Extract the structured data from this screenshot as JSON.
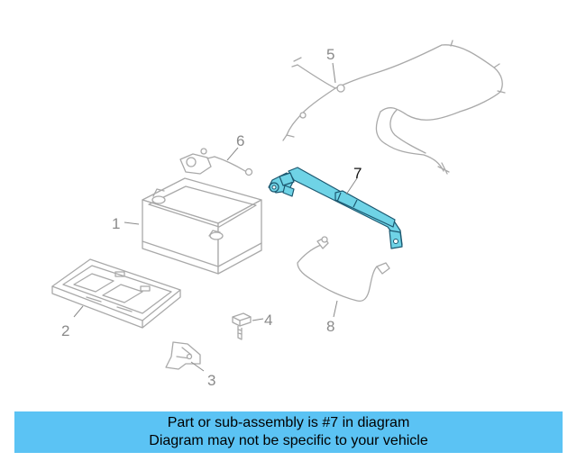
{
  "diagram": {
    "callouts": [
      {
        "id": "1",
        "text": "1"
      },
      {
        "id": "2",
        "text": "2"
      },
      {
        "id": "3",
        "text": "3"
      },
      {
        "id": "4",
        "text": "4"
      },
      {
        "id": "5",
        "text": "5"
      },
      {
        "id": "6",
        "text": "6"
      },
      {
        "id": "7",
        "text": "7"
      },
      {
        "id": "8",
        "text": "8"
      }
    ],
    "highlighted_part": "7",
    "colors": {
      "highlight_fill": "#6fd3e6",
      "highlight_stroke": "#1c5870",
      "line_gray": "#a9a9a9",
      "caption_bg": "#5bc3f4"
    }
  },
  "caption": {
    "line1": "Part or sub-assembly is #7 in diagram",
    "line2": "Diagram may not be specific to your vehicle"
  }
}
